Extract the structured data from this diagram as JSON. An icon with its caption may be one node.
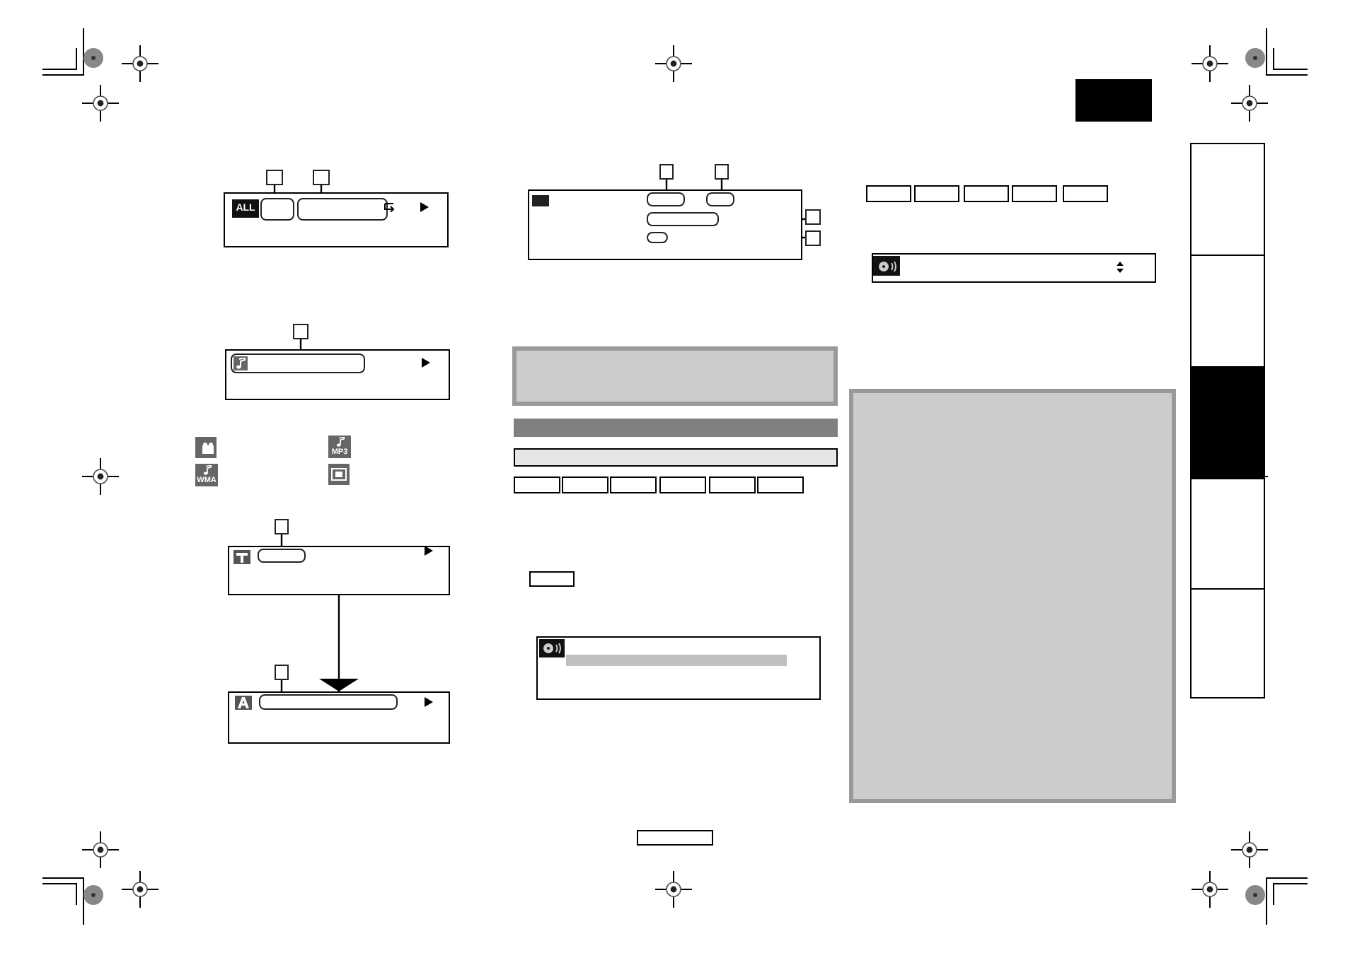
{
  "diagram": {
    "nodes": [
      {
        "text": [],
        "shape": "box"
      },
      {
        "text": [],
        "shape": "box",
        "in": 0
      },
      {
        "text": [],
        "shape": "box",
        "in": 0
      },
      {
        "text": [],
        "shape": "box"
      },
      {
        "text": [],
        "shape": "box"
      },
      {
        "text": [],
        "shape": "box"
      },
      {
        "text": [],
        "shape": "box",
        "in": 5
      },
      {
        "text": [],
        "shape": "box"
      },
      {
        "text": [],
        "shape": "box"
      },
      {
        "text": [],
        "shape": "box",
        "in": 8
      },
      {
        "text": [],
        "shape": "box"
      },
      {
        "text": [],
        "shape": "box"
      },
      {
        "text": [],
        "shape": "box",
        "in": 11
      },
      {
        "text": [],
        "shape": "box"
      },
      {
        "text": [],
        "shape": "box"
      },
      {
        "text": [],
        "shape": "box",
        "in": 14
      },
      {
        "text": [],
        "shape": "box",
        "in": 14
      },
      {
        "text": [],
        "shape": "box",
        "in": 14
      },
      {
        "text": [],
        "shape": "box",
        "in": 14
      },
      {
        "text": [],
        "shape": "box"
      },
      {
        "text": [],
        "shape": "box"
      },
      {
        "text": [],
        "shape": "box"
      },
      {
        "text": [],
        "shape": "box"
      },
      {
        "text": [],
        "shape": "box"
      },
      {
        "text": [],
        "shape": "box"
      },
      {
        "text": [],
        "shape": "box"
      },
      {
        "text": [],
        "shape": "box"
      },
      {
        "text": [],
        "shape": "box"
      }
    ],
    "edges": [
      {
        "from": 3,
        "to": 1,
        "arrow": "none"
      },
      {
        "from": 4,
        "to": 2,
        "arrow": "none"
      },
      {
        "from": 7,
        "to": 6,
        "arrow": "none"
      },
      {
        "from": 10,
        "to": 9,
        "arrow": "none"
      },
      {
        "from": 13,
        "to": 12,
        "arrow": "none"
      },
      {
        "from": 8,
        "to": 11,
        "arrow": "to"
      },
      {
        "from": 19,
        "to": 15,
        "arrow": "none"
      },
      {
        "from": 20,
        "to": 16,
        "arrow": "none"
      },
      {
        "from": 17,
        "to": 21,
        "arrow": "none"
      },
      {
        "from": 18,
        "to": 22,
        "arrow": "none"
      }
    ],
    "labels": [
      "ALL",
      "MP3",
      "WMA"
    ]
  }
}
